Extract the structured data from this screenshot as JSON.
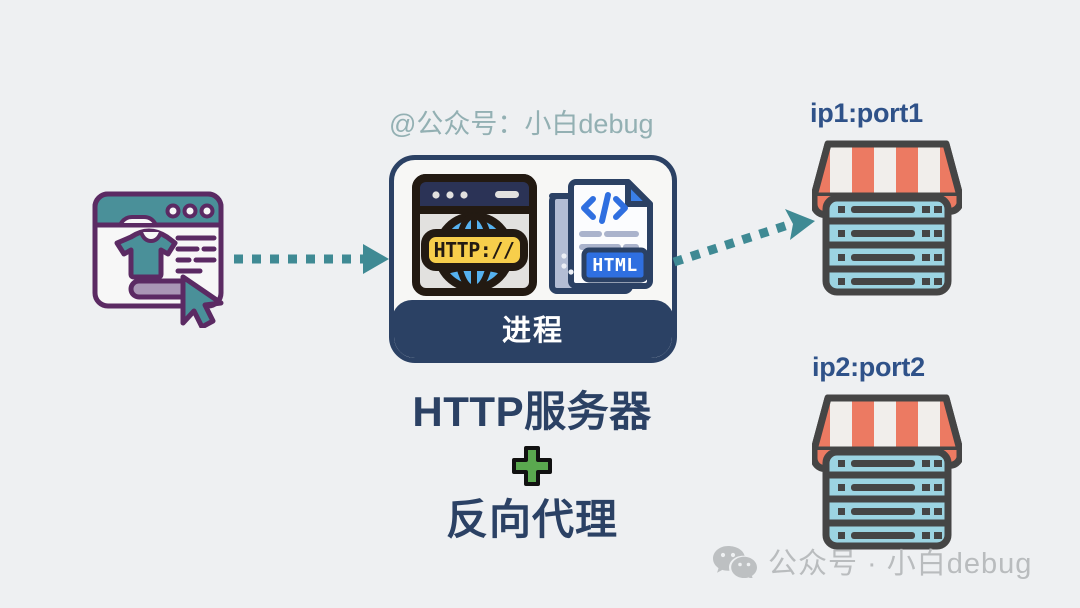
{
  "page": {
    "background_color": "#eef0f2",
    "title": "HTTP服务器 + 反向代理 架构图"
  },
  "client": {
    "name": "client-browser",
    "icon": "browser-window-with-cursor-icon",
    "colors": {
      "header": "#4a9099",
      "outline": "#5b2a63",
      "product": "#4a9099",
      "button": "#a996b5",
      "cursor": "#4a9099"
    }
  },
  "arrows": {
    "client_to_server": {
      "name": "arrow-client-to-server",
      "style": "dashed",
      "color": "#3f8a94",
      "direction": "right"
    },
    "server_to_node1": {
      "name": "arrow-server-to-node1",
      "style": "dashed",
      "color": "#3f8a94",
      "direction": "up-right"
    }
  },
  "http_server_card": {
    "watermark": "@公众号：小白debug",
    "watermark_color": "#93b0b3",
    "browser_icon": {
      "label": "HTTP://",
      "label_bg": "#f7ce4b",
      "globe_color": "#56b2f0",
      "titlebar_color": "#2b3356",
      "body_color": "#e2e1df",
      "outline": "#231a12"
    },
    "html_icon": {
      "badge": "HTML",
      "code_glyph": "</>",
      "badge_bg": "#2f6fe0",
      "page_bg": "#fbfcfe",
      "back_page_bg": "#b3bdd4",
      "outline": "#2b4164"
    },
    "banner_label": "进程",
    "banner_color": "#2b4164",
    "border_color": "#2b4164",
    "fill_color": "#f7f7f5"
  },
  "caption": {
    "line1": "HTTP服务器",
    "plus_symbol": "+",
    "plus_color": "#5aa84f",
    "line2": "反向代理",
    "text_color": "#2b4164"
  },
  "nodes": [
    {
      "name": "node-1",
      "label": "ip1:port1",
      "icon": "server-rack-with-awning-icon",
      "rack_rows": 4,
      "awning_stripes": 7
    },
    {
      "name": "node-2",
      "label": "ip2:port2",
      "icon": "server-rack-with-awning-icon",
      "rack_rows": 4,
      "awning_stripes": 7
    }
  ],
  "node_style": {
    "label_color": "#2f5289",
    "awning_stripe_a": "#ec7a62",
    "awning_stripe_b": "#f1eeeb",
    "rack_fill": "#9cd4e2",
    "outline": "#454545"
  },
  "watermark": {
    "icon": "wechat-icon",
    "text": "公众号 · 小白debug",
    "color": "#b9bcbe"
  }
}
